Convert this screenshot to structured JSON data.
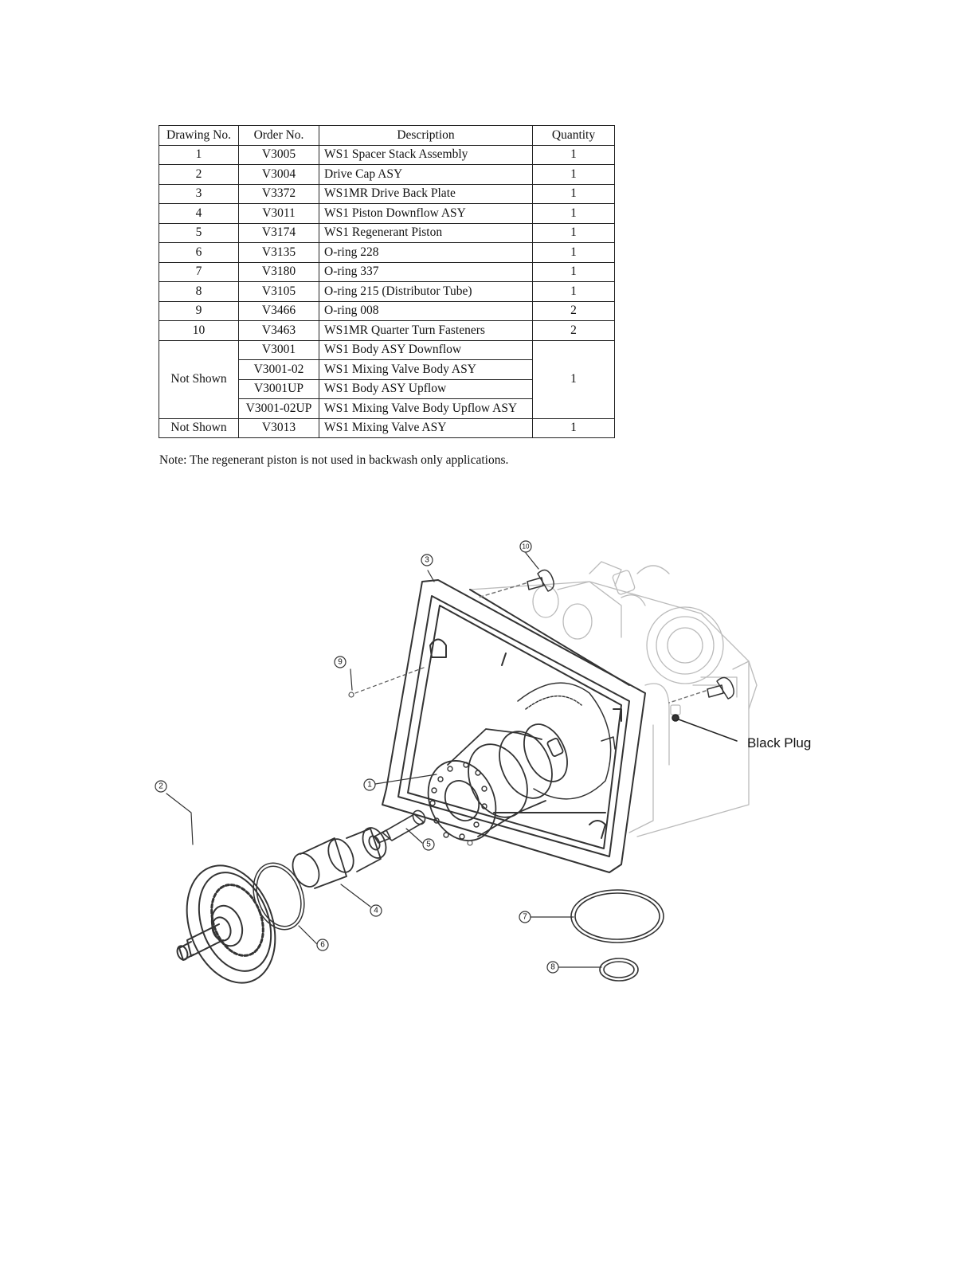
{
  "table": {
    "headers": [
      "Drawing No.",
      "Order No.",
      "Description",
      "Quantity"
    ],
    "rows": [
      {
        "drawing": "1",
        "order": "V3005",
        "desc": "WS1 Spacer Stack Assembly",
        "qty": "1"
      },
      {
        "drawing": "2",
        "order": "V3004",
        "desc": "Drive Cap ASY",
        "qty": "1"
      },
      {
        "drawing": "3",
        "order": "V3372",
        "desc": "WS1MR Drive Back Plate",
        "qty": "1"
      },
      {
        "drawing": "4",
        "order": "V3011",
        "desc": "WS1 Piston Downflow ASY",
        "qty": "1"
      },
      {
        "drawing": "5",
        "order": "V3174",
        "desc": "WS1 Regenerant Piston",
        "qty": "1"
      },
      {
        "drawing": "6",
        "order": "V3135",
        "desc": "O-ring 228",
        "qty": "1"
      },
      {
        "drawing": "7",
        "order": "V3180",
        "desc": "O-ring 337",
        "qty": "1"
      },
      {
        "drawing": "8",
        "order": "V3105",
        "desc": "O-ring 215 (Distributor Tube)",
        "qty": "1"
      },
      {
        "drawing": "9",
        "order": "V3466",
        "desc": "O-ring 008",
        "qty": "2"
      },
      {
        "drawing": "10",
        "order": "V3463",
        "desc": "WS1MR Quarter Turn Fasteners",
        "qty": "2"
      }
    ],
    "group": {
      "drawing": "Not Shown",
      "qty": "1",
      "items": [
        {
          "order": "V3001",
          "desc": "WS1 Body ASY Downflow"
        },
        {
          "order": "V3001-02",
          "desc": "WS1 Mixing Valve Body ASY"
        },
        {
          "order": "V3001UP",
          "desc": "WS1 Body ASY Upflow"
        },
        {
          "order": "V3001-02UP",
          "desc": "WS1 Mixing Valve Body Upflow ASY"
        }
      ]
    },
    "last_row": {
      "drawing": "Not Shown",
      "order": "V3013",
      "desc": "WS1 Mixing Valve ASY",
      "qty": "1"
    }
  },
  "note": "Note: The regenerant piston is not used in backwash only applications.",
  "diagram": {
    "callouts": [
      "1",
      "2",
      "3",
      "4",
      "5",
      "6",
      "7",
      "8",
      "9",
      "10"
    ],
    "label_black_plug": "Black Plug",
    "line_color": "#333333",
    "ghost_color": "#bbbbbb"
  }
}
